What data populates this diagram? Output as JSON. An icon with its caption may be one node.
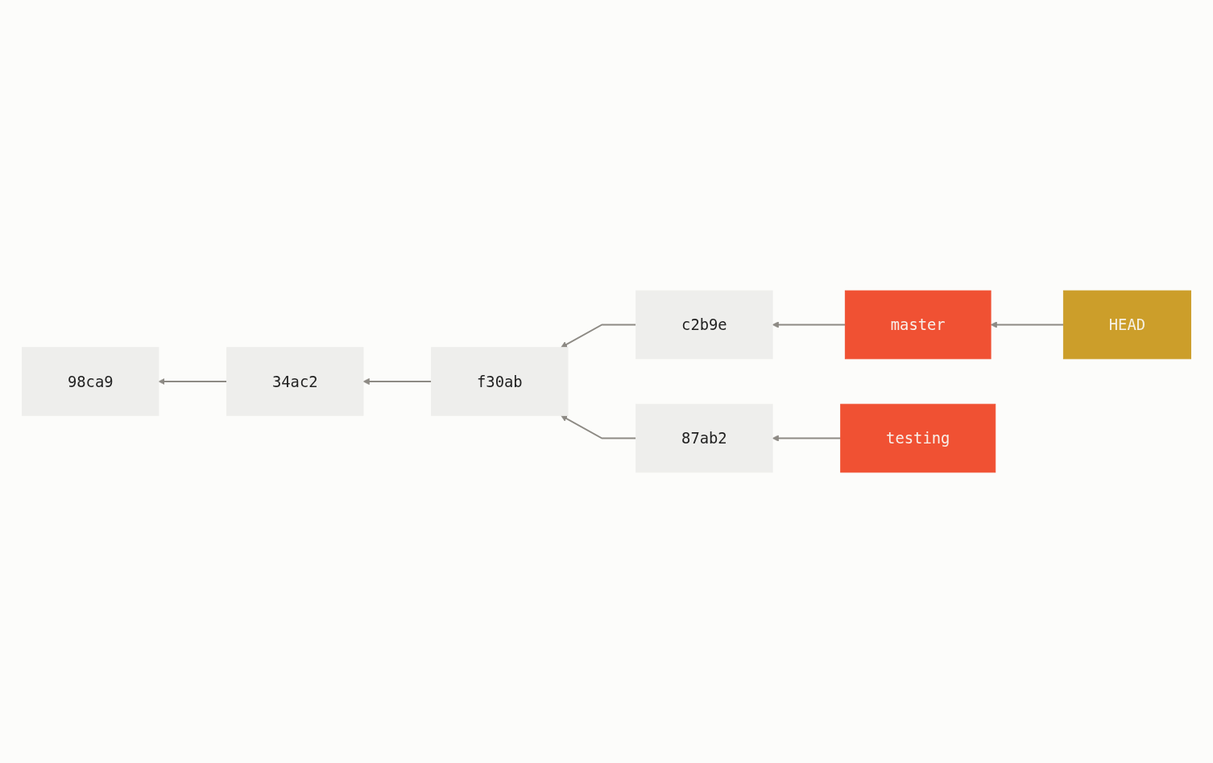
{
  "diagram": {
    "nodes": [
      {
        "text": [
          "HEAD"
        ]
      },
      {
        "text": [
          "master"
        ]
      },
      {
        "text": [
          "c2b9e"
        ]
      },
      {
        "text": [
          "98ca9"
        ]
      },
      {
        "text": [
          "34ac2"
        ]
      },
      {
        "text": [
          "f30ab"
        ]
      },
      {
        "text": [
          "87ab2"
        ]
      },
      {
        "text": [
          "testing"
        ]
      }
    ],
    "edges": [
      {
        "from": 0,
        "to": 1,
        "arrow": "to"
      },
      {
        "from": 1,
        "to": 2,
        "arrow": "to"
      },
      {
        "from": 2,
        "to": 5,
        "arrow": "to"
      },
      {
        "from": 6,
        "to": 5,
        "arrow": "to"
      },
      {
        "from": 7,
        "to": 6,
        "arrow": "to"
      },
      {
        "from": 5,
        "to": 4,
        "arrow": "to"
      },
      {
        "from": 4,
        "to": 3,
        "arrow": "to"
      }
    ]
  }
}
